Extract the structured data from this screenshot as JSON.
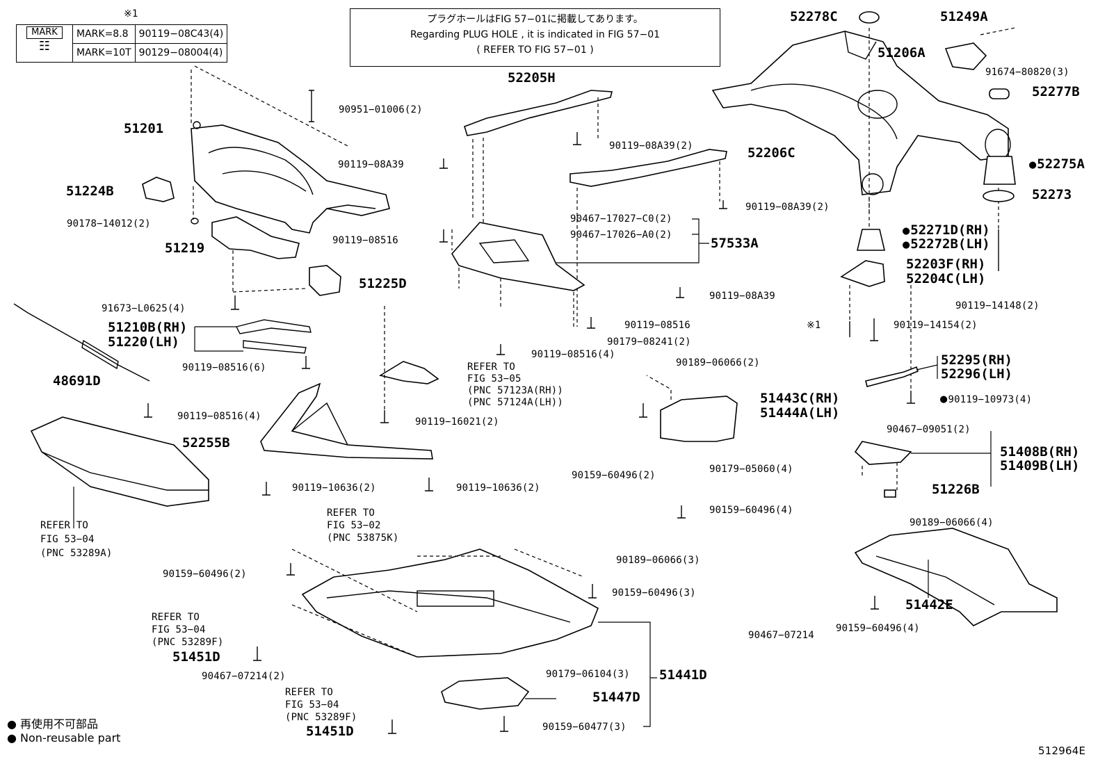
{
  "note": {
    "line1": "プラグホールはFIG 57−01に掲載してあります。",
    "line2": "Regarding  PLUG HOLE , it is indicated in FIG 57−01",
    "line3": "(  REFER TO FIG 57−01    )"
  },
  "mark_table": {
    "ref": "※1",
    "header": "MARK",
    "rows": [
      {
        "mark": "MARK=8.8",
        "part": "90119−08C43(4)"
      },
      {
        "mark": "MARK=10T",
        "part": "90129−08004(4)"
      }
    ]
  },
  "legend": {
    "jp": "再使用不可部品",
    "en": "Non-reusable part"
  },
  "figure_id": "512964E",
  "callouts": {
    "p51201": "51201",
    "p51224B": "51224B",
    "p90178_14012": "90178−14012(2)",
    "p51219": "51219",
    "p90951_01006": "90951−01006(2)",
    "p90119_08A39_a": "90119−08A39",
    "p52205H": "52205H",
    "p90119_08A39_b": "90119−08A39(2)",
    "p52206C": "52206C",
    "p90119_08A39_c": "90119−08A39(2)",
    "p90467_17027": "90467−17027−C0(2)",
    "p90467_17026": "90467−17026−A0(2)",
    "p57533A": "57533A",
    "p90119_08516_a": "90119−08516",
    "p51225D": "51225D",
    "p91673_L0625": "91673−L0625(4)",
    "p51210B": "51210B(RH)",
    "p51220": "51220(LH)",
    "p90119_08516_6": "90119−08516(6)",
    "p48691D": "48691D",
    "p90119_08516_4a": "90119−08516(4)",
    "p90119_08A39_d": "90119−08A39",
    "p90119_08516_b": "90119−08516",
    "p90179_08241": "90179−08241(2)",
    "p90119_08516_4b": "90119−08516(4)",
    "refer_5305_a": "REFER TO",
    "refer_5305_b": "FIG 53−05",
    "refer_5305_c": "(PNC 57123A(RH))",
    "refer_5305_d": "(PNC 57124A(LH))",
    "p90119_16021": "90119−16021(2)",
    "p52255B": "52255B",
    "p90119_10636_a": "90119−10636(2)",
    "p90119_10636_b": "90119−10636(2)",
    "refer_5304_a1": "REFER TO",
    "refer_5304_a2": "FIG 53−04",
    "refer_5304_a3": "(PNC 53289A)",
    "p52278C": "52278C",
    "p51249A": "51249A",
    "p51206A": "51206A",
    "p91674_80820": "91674−80820(3)",
    "p52277B": "52277B",
    "p52275A": "52275A",
    "p52273": "52273",
    "p52271D": "52271D(RH)",
    "p52272B": "52272B(LH)",
    "p52203F": "52203F(RH)",
    "p52204C": "52204C(LH)",
    "p90119_14148": "90119−14148(2)",
    "p_ref1": "※1",
    "p90119_14154": "90119−14154(2)",
    "p52295": "52295(RH)",
    "p52296": "52296(LH)",
    "p90119_10973": "90119−10973(4)",
    "p90189_06066_2": "90189−06066(2)",
    "p51443C": "51443C(RH)",
    "p51444A": "51444A(LH)",
    "p90159_60496_2a": "90159−60496(2)",
    "p90179_05060": "90179−05060(4)",
    "p90159_60496_4a": "90159−60496(4)",
    "p90467_09051": "90467−09051(2)",
    "p51408B": "51408B(RH)",
    "p51409B": "51409B(LH)",
    "p51226B": "51226B",
    "p90189_06066_4": "90189−06066(4)",
    "p51442E": "51442E",
    "p90159_60496_4b": "90159−60496(4)",
    "refer_5302_a": "REFER TO",
    "refer_5302_b": "FIG 53−02",
    "refer_5302_c": "(PNC 53875K)",
    "p90159_60496_2b": "90159−60496(2)",
    "p90189_06066_3": "90189−06066(3)",
    "p90159_60496_3": "90159−60496(3)",
    "refer_5304_b1": "REFER TO",
    "refer_5304_b2": "FIG 53−04",
    "refer_5304_b3": "(PNC 53289F)",
    "p51451D_a": "51451D",
    "p90467_07214_2": "90467−07214(2)",
    "p90467_07214": "90467−07214",
    "p90179_06104": "90179−06104(3)",
    "p51441D": "51441D",
    "p51447D": "51447D",
    "refer_5304_c1": "REFER TO",
    "refer_5304_c2": "FIG 53−04",
    "refer_5304_c3": "(PNC 53289F)",
    "p90159_60477": "90159−60477(3)",
    "p51451D_b": "51451D"
  }
}
